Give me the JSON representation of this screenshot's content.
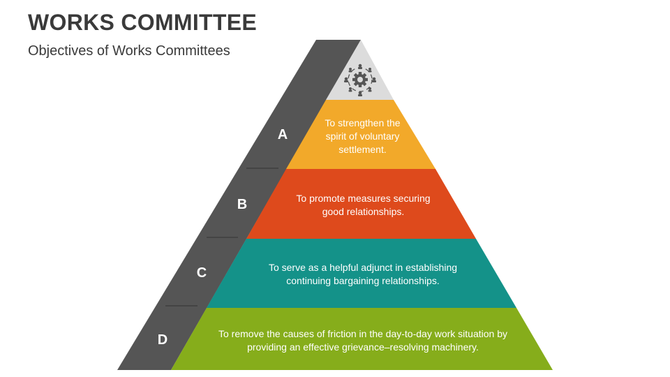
{
  "title": "WORKS COMMITTEE",
  "subtitle": "Objectives of Works Committees",
  "pyramid": {
    "apex_icon": "gear-people-network-icon",
    "tiers": [
      {
        "letter": "A",
        "text": "To strengthen the spirit of voluntary settlement.",
        "color": "#F2A92A"
      },
      {
        "letter": "B",
        "text": "To promote measures securing good relationships.",
        "color": "#DE4A1C"
      },
      {
        "letter": "C",
        "text": "To serve as a helpful adjunct in establishing continuing bargaining relationships.",
        "color": "#149289"
      },
      {
        "letter": "D",
        "text": "To remove the causes of friction in the day-to-day work situation by providing an effective grievance–resolving machinery.",
        "color": "#86AD1B"
      }
    ],
    "colors": {
      "side_band": "#555555",
      "apex": "#DCDCDC",
      "divider": "#3a3a3a"
    }
  }
}
